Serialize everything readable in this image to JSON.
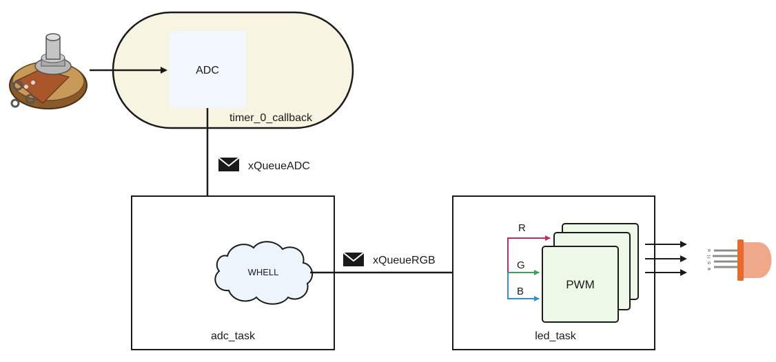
{
  "timer_block": {
    "label": "timer_0_callback",
    "adc_label": "ADC",
    "fill": "#f7f5e1"
  },
  "queues": {
    "adc": "xQueueADC",
    "rgb": "xQueueRGB"
  },
  "adc_task": {
    "label": "adc_task",
    "cloud_label": "WHELL"
  },
  "led_task": {
    "label": "led_task",
    "pwm_label": "PWM",
    "channels": [
      {
        "label": "R",
        "color": "#c8266b"
      },
      {
        "label": "G",
        "color": "#3aa35a"
      },
      {
        "label": "B",
        "color": "#2f8fd0"
      }
    ]
  },
  "rgb_led": {
    "pin_labels": [
      "R",
      "(-)",
      "G",
      "B"
    ],
    "diffuser_color": "#f0a88a",
    "body_color": "#e86a2a"
  },
  "potentiometer": {
    "icon": "potentiometer-icon"
  },
  "colors": {
    "adc_box": "#f3f7fe",
    "cloud": "#eef4fc",
    "pwm_fill": "#eef8e8",
    "line": "#1a1a1a"
  }
}
